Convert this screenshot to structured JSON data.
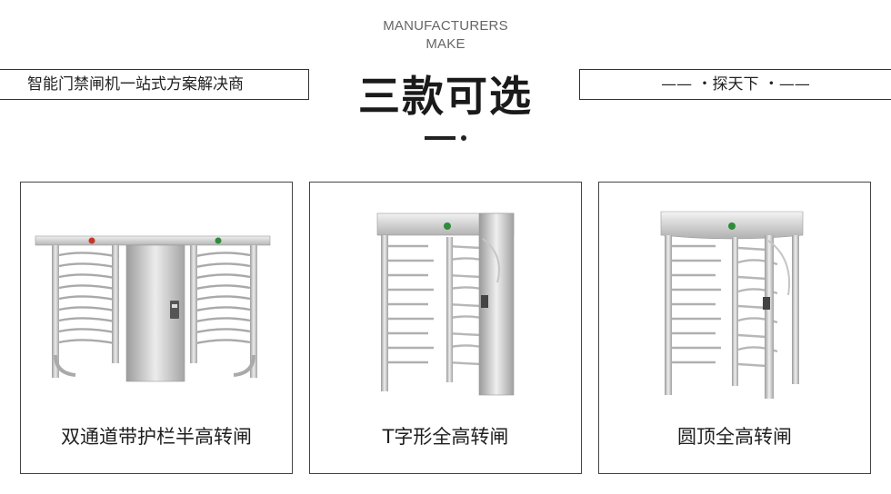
{
  "header": {
    "en_line1": "MANUFACTURERS",
    "en_line2": "MAKE",
    "title": "三款可选",
    "left_box": "智能门禁闸机一站式方案解决商",
    "right_box": "—— ・探天下 ・——"
  },
  "products": [
    {
      "caption": "双通道带护栏半高转闸"
    },
    {
      "caption": "T字形全高转闸"
    },
    {
      "caption": "圆顶全高转闸"
    }
  ],
  "colors": {
    "steel_light": "#e4e4e4",
    "steel_mid": "#b9b9b9",
    "steel_dark": "#8a8a8a",
    "indicator_green": "#2e8b3a",
    "indicator_red": "#c0392b"
  }
}
